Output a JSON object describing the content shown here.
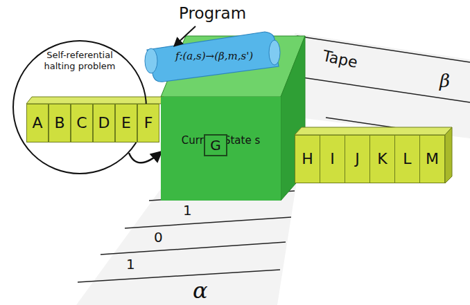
{
  "diagram": {
    "nodes": [
      {
        "text": [
          "Self-referential halting problem"
        ]
      },
      {
        "text": [
          "f:(a,s)→(β,m,s')"
        ]
      },
      {
        "text": [
          "Current State s"
        ]
      },
      {
        "text": [
          "G"
        ],
        "in": 2
      },
      {
        "text": [
          "A"
        ]
      },
      {
        "text": [
          "B"
        ]
      },
      {
        "text": [
          "C"
        ]
      },
      {
        "text": [
          "D"
        ]
      },
      {
        "text": [
          "E"
        ]
      },
      {
        "text": [
          "F"
        ]
      },
      {
        "text": [
          "H"
        ]
      },
      {
        "text": [
          "I"
        ]
      },
      {
        "text": [
          "J"
        ]
      },
      {
        "text": [
          "K"
        ]
      },
      {
        "text": [
          "L"
        ]
      },
      {
        "text": [
          "M"
        ]
      }
    ],
    "edges": [
      {
        "from": 0,
        "to": 2,
        "arrow": "to"
      }
    ],
    "labels": [
      "Program",
      "Tape",
      "β",
      "1",
      "0",
      "1",
      "α"
    ]
  }
}
